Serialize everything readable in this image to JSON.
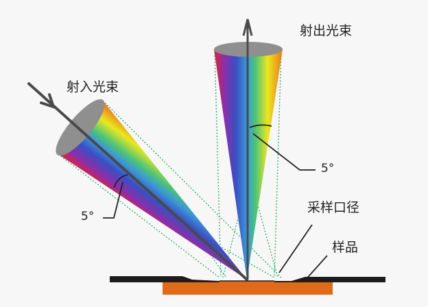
{
  "diagram": {
    "type": "optical-geometry",
    "labels": {
      "incident_beam": "射入光束",
      "exit_beam": "射出光束",
      "incident_angle": "5°",
      "exit_angle": "5°",
      "sampling_aperture": "采样口径",
      "sample": "样品"
    },
    "colors": {
      "background": "#f7f7f7",
      "sample": "#e06a1a",
      "bar": "#1c1c1c",
      "axis": "#4a4a4a",
      "dotted": "#2aa865",
      "cone_cap": "#8f8f8f"
    }
  }
}
